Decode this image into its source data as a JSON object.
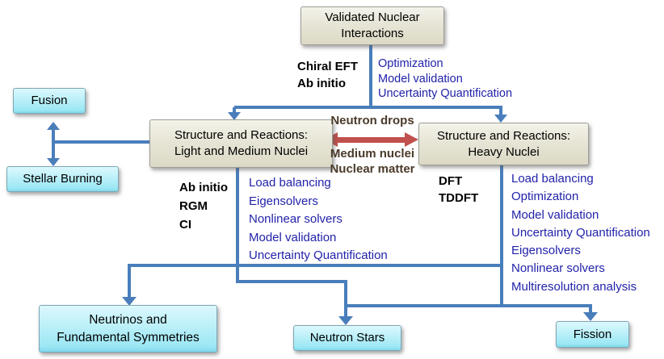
{
  "colors": {
    "connector_blue": "#4a7ebb",
    "list_blue": "#2222aa",
    "coupling_brown": "#4a3a2a",
    "red_arrow": "#c0504d",
    "tan_box_fill": "#e7e5d6",
    "cyan_box_fill": "#b4eef8"
  },
  "nodes": {
    "validated_nuclear": {
      "line1": "Validated Nuclear",
      "line2": "Interactions"
    },
    "light_medium": {
      "line1": "Structure and Reactions:",
      "line2": "Light and Medium Nuclei"
    },
    "heavy": {
      "line1": "Structure and Reactions:",
      "line2": "Heavy Nuclei"
    },
    "fusion": {
      "label": "Fusion"
    },
    "stellar_burning": {
      "label": "Stellar Burning"
    },
    "neutrinos": {
      "line1": "Neutrinos and",
      "line2": "Fundamental Symmetries"
    },
    "neutron_stars": {
      "label": "Neutron Stars"
    },
    "fission": {
      "label": "Fission"
    }
  },
  "annotations": {
    "top_methods": {
      "line1": "Chiral EFT",
      "line2": "Ab initio"
    },
    "left_methods": {
      "line1": "Ab initio",
      "line2": "RGM",
      "line3": "CI"
    },
    "right_methods": {
      "line1": "DFT",
      "line2": "TDDFT"
    },
    "coupling_top": "Neutron drops",
    "coupling_bottom": {
      "line1": "Medium nuclei",
      "line2": "Nuclear matter"
    }
  },
  "lists": {
    "top": [
      "Optimization",
      "Model validation",
      "Uncertainty Quantification"
    ],
    "left": [
      "Load balancing",
      "Eigensolvers",
      "Nonlinear solvers",
      "Model validation",
      "Uncertainty Quantification"
    ],
    "right": [
      "Load balancing",
      "Optimization",
      "Model validation",
      "Uncertainty Quantification",
      "Eigensolvers",
      "Nonlinear solvers",
      "Multiresolution analysis"
    ]
  }
}
